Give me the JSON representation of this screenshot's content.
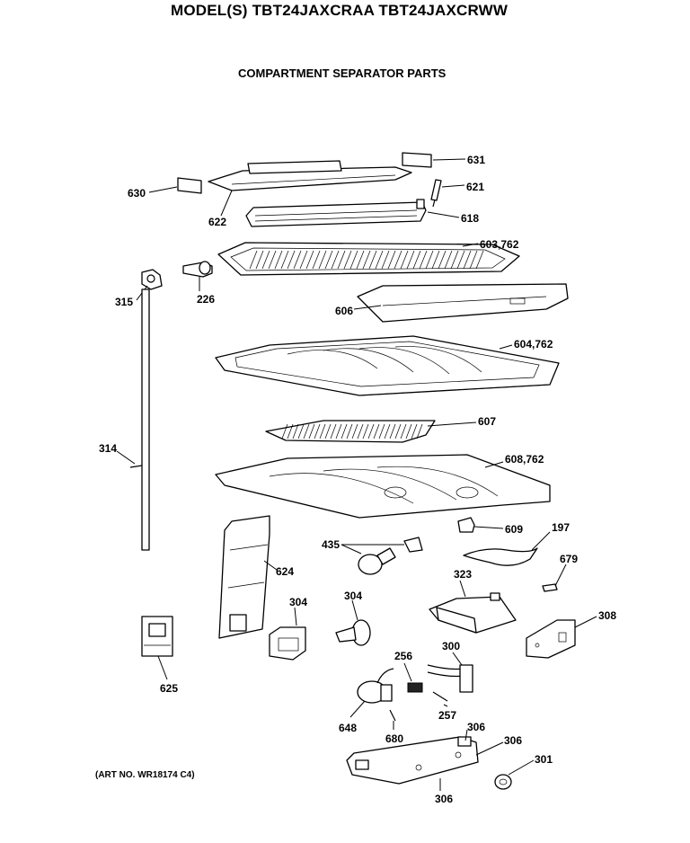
{
  "header": {
    "title": "MODEL(S) TBT24JAXCRAA  TBT24JAXCRWW",
    "subtitle": "COMPARTMENT SEPARATOR PARTS"
  },
  "footer": {
    "art_no": "(ART NO. WR18174 C4)"
  },
  "callouts": {
    "c631": "631",
    "c630": "630",
    "c621": "621",
    "c622": "622",
    "c618": "618",
    "c603": "603,762",
    "c315": "315",
    "c226": "226",
    "c606": "606",
    "c604": "604,762",
    "c314": "314",
    "c607": "607",
    "c608": "608,762",
    "c609": "609",
    "c197": "197",
    "c435": "435",
    "c624": "624",
    "c679": "679",
    "c323": "323",
    "c304a": "304",
    "c304b": "304",
    "c308": "308",
    "c625": "625",
    "c256": "256",
    "c300": "300",
    "c257": "257",
    "c648": "648",
    "c680": "680",
    "c306a": "306",
    "c306b": "306",
    "c306c": "306",
    "c301": "301"
  }
}
